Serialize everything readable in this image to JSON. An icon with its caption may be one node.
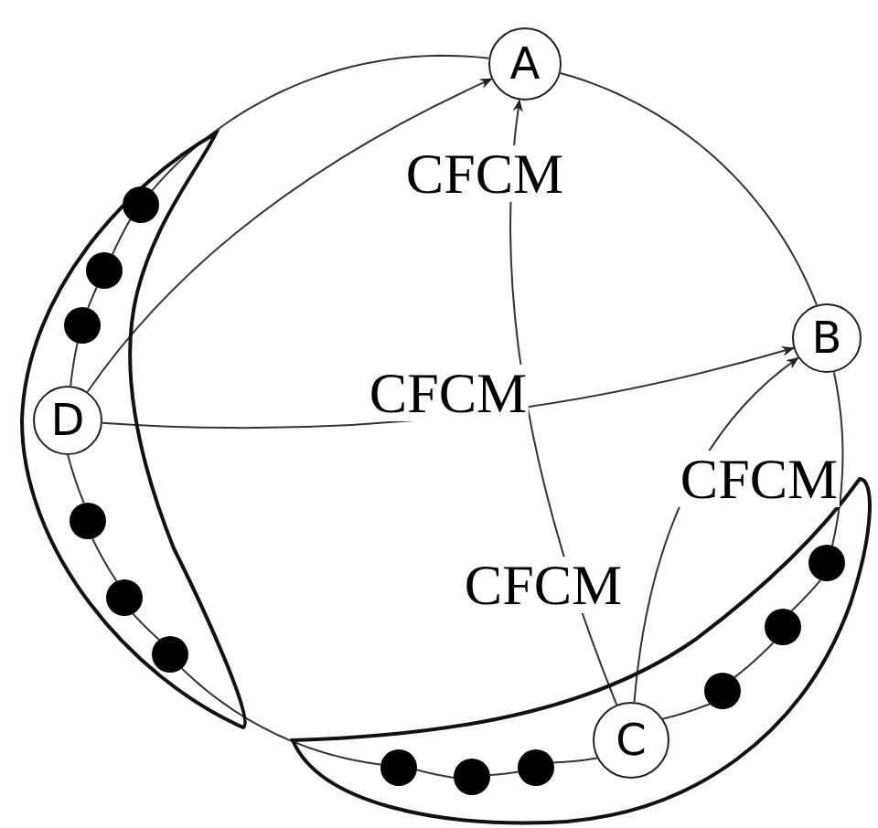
{
  "diagram": {
    "nodes": [
      {
        "text": [
          "A"
        ]
      },
      {
        "text": [
          "B"
        ]
      },
      {
        "text": [],
        "shape": "band"
      },
      {
        "text": [],
        "shape": "circle",
        "in": 2
      },
      {
        "text": [],
        "shape": "circle",
        "in": 2
      },
      {
        "text": [],
        "shape": "circle",
        "in": 2
      },
      {
        "text": [
          "D"
        ],
        "in": 2
      },
      {
        "text": [],
        "shape": "circle",
        "in": 2
      },
      {
        "text": [],
        "shape": "circle",
        "in": 2
      },
      {
        "text": [],
        "shape": "circle",
        "in": 2
      },
      {
        "text": [],
        "shape": "band"
      },
      {
        "text": [],
        "shape": "circle",
        "in": 10
      },
      {
        "text": [],
        "shape": "circle",
        "in": 10
      },
      {
        "text": [],
        "shape": "circle",
        "in": 10
      },
      {
        "text": [
          "C"
        ],
        "in": 10
      },
      {
        "text": [],
        "shape": "circle",
        "in": 10
      },
      {
        "text": [],
        "shape": "circle",
        "in": 10
      },
      {
        "text": [],
        "shape": "circle",
        "in": 10
      }
    ],
    "edges": [
      {
        "from": 0,
        "to": 1,
        "arrow": "none"
      },
      {
        "from": 1,
        "to": 17,
        "arrow": "none"
      },
      {
        "from": 17,
        "to": 16,
        "arrow": "none"
      },
      {
        "from": 16,
        "to": 15,
        "arrow": "none"
      },
      {
        "from": 15,
        "to": 14,
        "arrow": "none"
      },
      {
        "from": 14,
        "to": 13,
        "arrow": "none"
      },
      {
        "from": 13,
        "to": 12,
        "arrow": "none"
      },
      {
        "from": 12,
        "to": 11,
        "arrow": "none"
      },
      {
        "from": 11,
        "to": 9,
        "arrow": "none"
      },
      {
        "from": 9,
        "to": 8,
        "arrow": "none"
      },
      {
        "from": 8,
        "to": 7,
        "arrow": "none"
      },
      {
        "from": 7,
        "to": 6,
        "arrow": "none"
      },
      {
        "from": 6,
        "to": 5,
        "arrow": "none"
      },
      {
        "from": 5,
        "to": 4,
        "arrow": "none"
      },
      {
        "from": 4,
        "to": 3,
        "arrow": "none"
      },
      {
        "from": 3,
        "to": 0,
        "arrow": "none"
      },
      {
        "from": 6,
        "to": 0,
        "arrow": "to",
        "label": "CFCM"
      },
      {
        "from": 14,
        "to": 0,
        "arrow": "to",
        "label": "CFCM"
      },
      {
        "from": 6,
        "to": 1,
        "arrow": "to",
        "label": "CFCM"
      },
      {
        "from": 14,
        "to": 1,
        "arrow": "to",
        "label": "CFCM"
      }
    ]
  }
}
